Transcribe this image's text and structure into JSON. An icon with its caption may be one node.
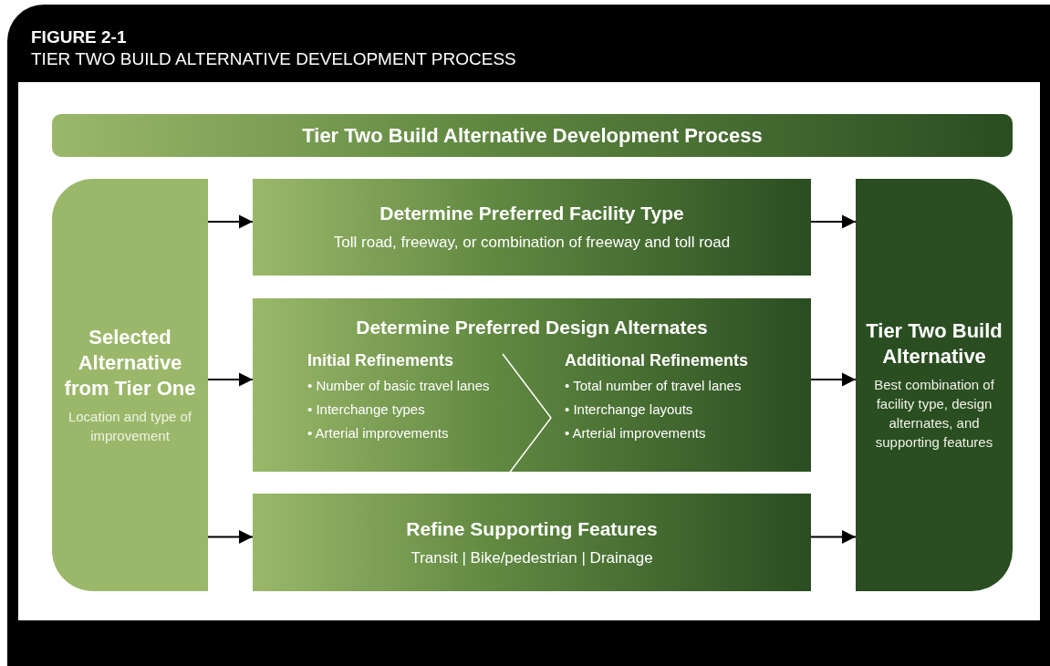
{
  "diagram": {
    "title": "FIGURE 2-1",
    "nodes": [
      {
        "text": [
          "Tier Two Build Alternative Development Process"
        ]
      },
      {
        "text": [
          "Selected Alternative from Tier One",
          "Location and type of improvement"
        ]
      },
      {
        "text": [
          "Determine Preferred Facility Type",
          "Toll road, freeway, or combination of freeway and toll road"
        ]
      },
      {
        "text": [
          "Determine Preferred Design Alternates",
          "Initial Refinements",
          "• Number of basic travel lanes",
          "• Interchange types",
          "• Arterial improvements",
          "Additional Refinements",
          "• Total number of travel lanes",
          "• Interchange layouts",
          "• Arterial improvements"
        ]
      },
      {
        "text": [
          "Refine Supporting Features",
          "Transit | Bike/pedestrian | Drainage"
        ]
      },
      {
        "text": [
          "Tier Two Build Alternative",
          "Best combination of facility type, design alternates, and supporting features"
        ]
      }
    ],
    "edges": [
      {
        "from": 1,
        "to": 2,
        "arrow": "to"
      },
      {
        "from": 1,
        "to": 3,
        "arrow": "to"
      },
      {
        "from": 1,
        "to": 4,
        "arrow": "to"
      },
      {
        "from": 2,
        "to": 5,
        "arrow": "to"
      },
      {
        "from": 3,
        "to": 5,
        "arrow": "to"
      },
      {
        "from": 4,
        "to": 5,
        "arrow": "to"
      }
    ],
    "labels": [
      "TIER TWO BUILD ALTERNATIVE DEVELOPMENT PROCESS"
    ]
  }
}
